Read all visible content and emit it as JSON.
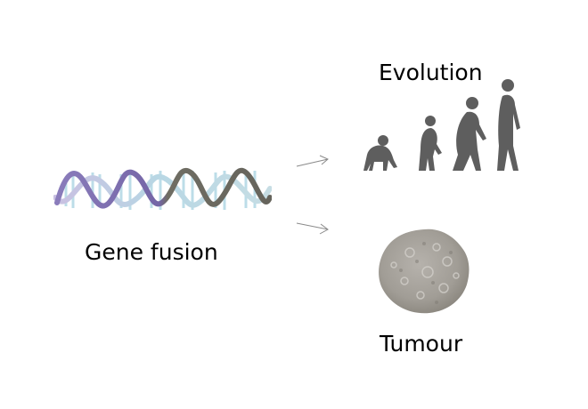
{
  "diagram": {
    "source": {
      "label": "Gene fusion",
      "icon": "dna-double-helix-icon",
      "colors": {
        "strand_left": "#7a6aa8",
        "strand_right": "#6e6c62",
        "rungs": "#bfe0ea"
      }
    },
    "arrows": [
      {
        "from": "Gene fusion",
        "to": "Evolution",
        "color": "#8a8a8a"
      },
      {
        "from": "Gene fusion",
        "to": "Tumour",
        "color": "#8a8a8a"
      }
    ],
    "targets": [
      {
        "label": "Evolution",
        "icon": "human-evolution-icon",
        "color": "#5e5e5e"
      },
      {
        "label": "Tumour",
        "icon": "tumour-cell-icon",
        "color": "#a7a39d"
      }
    ]
  }
}
